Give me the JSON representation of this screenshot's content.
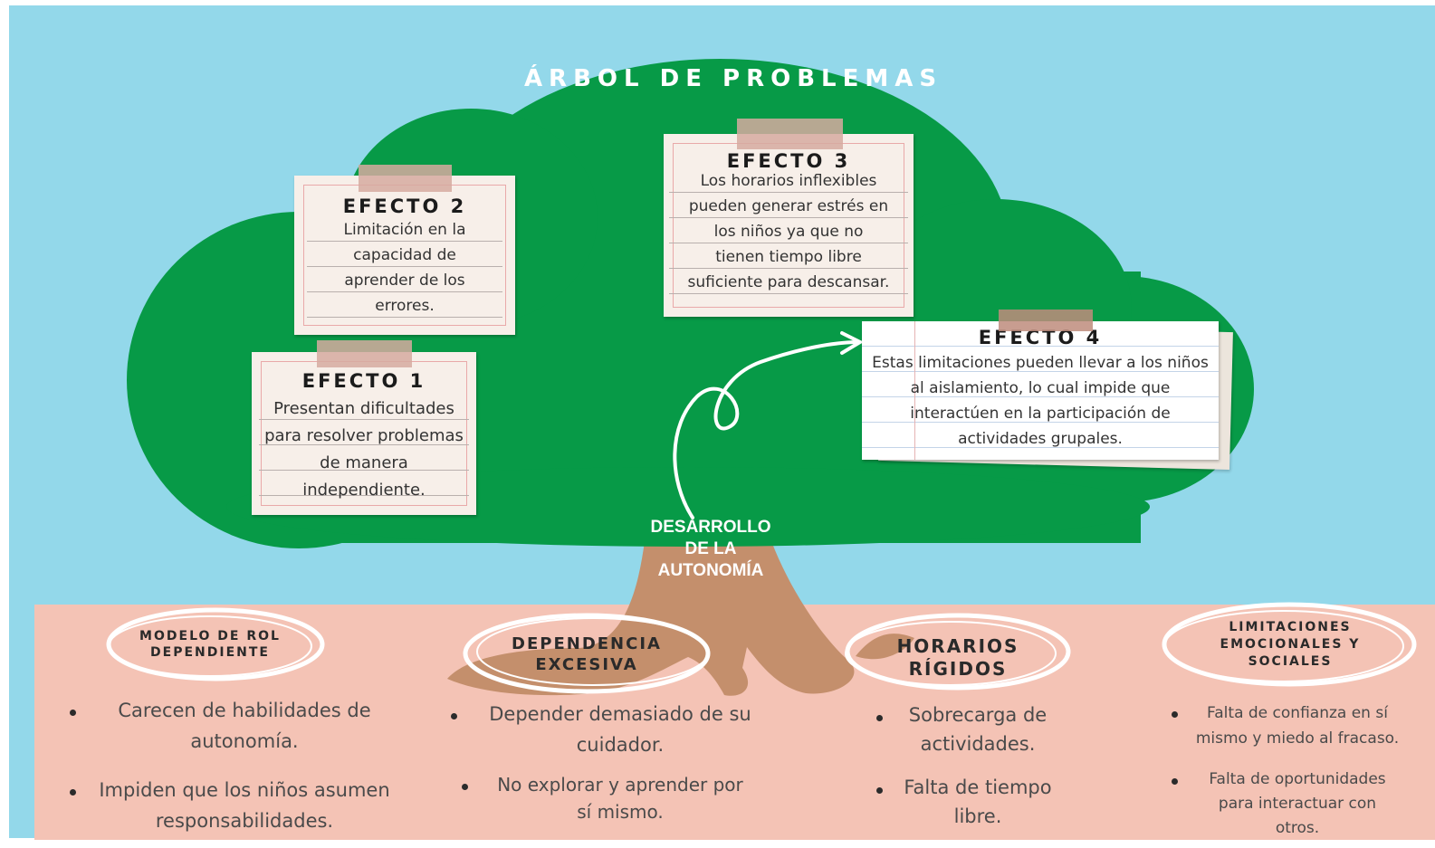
{
  "title": "ÁRBOL DE PROBLEMAS",
  "trunk_label": [
    "DESARROLLO",
    "DE LA",
    "AUTONOMÍA"
  ],
  "effects": [
    {
      "heading": "EFECTO 1",
      "lines": [
        "Presentan dificultades",
        "para resolver problemas",
        "de manera",
        "independiente."
      ]
    },
    {
      "heading": "EFECTO 2",
      "lines": [
        "Limitación en la",
        "capacidad de",
        "aprender de los",
        "errores."
      ]
    },
    {
      "heading": "EFECTO 3",
      "lines": [
        "Los horarios inflexibles",
        "pueden generar estrés en",
        "los niños ya que no",
        "tienen tiempo libre",
        "suficiente para descansar."
      ]
    },
    {
      "heading": "EFECTO 4",
      "lines": [
        "Estas limitaciones pueden llevar a los niños",
        "al aislamiento, lo cual impide que",
        "interactúen en la participación de",
        "actividades grupales."
      ]
    }
  ],
  "causes": [
    {
      "heading": [
        "MODELO DE ROL",
        "DEPENDIENTE"
      ],
      "bullets": [
        [
          "Carecen de habilidades de",
          "autonomía."
        ],
        [
          "Impiden que los niños asumen",
          "responsabilidades."
        ]
      ]
    },
    {
      "heading": [
        "DEPENDENCIA",
        "EXCESIVA"
      ],
      "bullets": [
        [
          "Depender demasiado de su",
          "cuidador."
        ],
        [
          "No explorar y aprender por",
          "sí mismo."
        ]
      ]
    },
    {
      "heading": [
        "HORARIOS",
        "RÍGIDOS"
      ],
      "bullets": [
        [
          "Sobrecarga de",
          "actividades."
        ],
        [
          "Falta de tiempo",
          "libre."
        ]
      ]
    },
    {
      "heading": [
        "LIMITACIONES",
        "EMOCIONALES Y",
        "SOCIALES"
      ],
      "bullets": [
        [
          "Falta de confianza en sí",
          "mismo y miedo al fracaso."
        ],
        [
          "Falta de oportunidades",
          "para interactuar con",
          "otros."
        ]
      ]
    }
  ],
  "colors": {
    "sky": "#93d8ea",
    "canopy": "#079a47",
    "ground": "#f4c3b5",
    "trunk": "#c48f6c",
    "paper": "#f7efe9",
    "tape": "#d6aaa0",
    "border": "#e9a9a9",
    "ring": "#ffffff"
  }
}
